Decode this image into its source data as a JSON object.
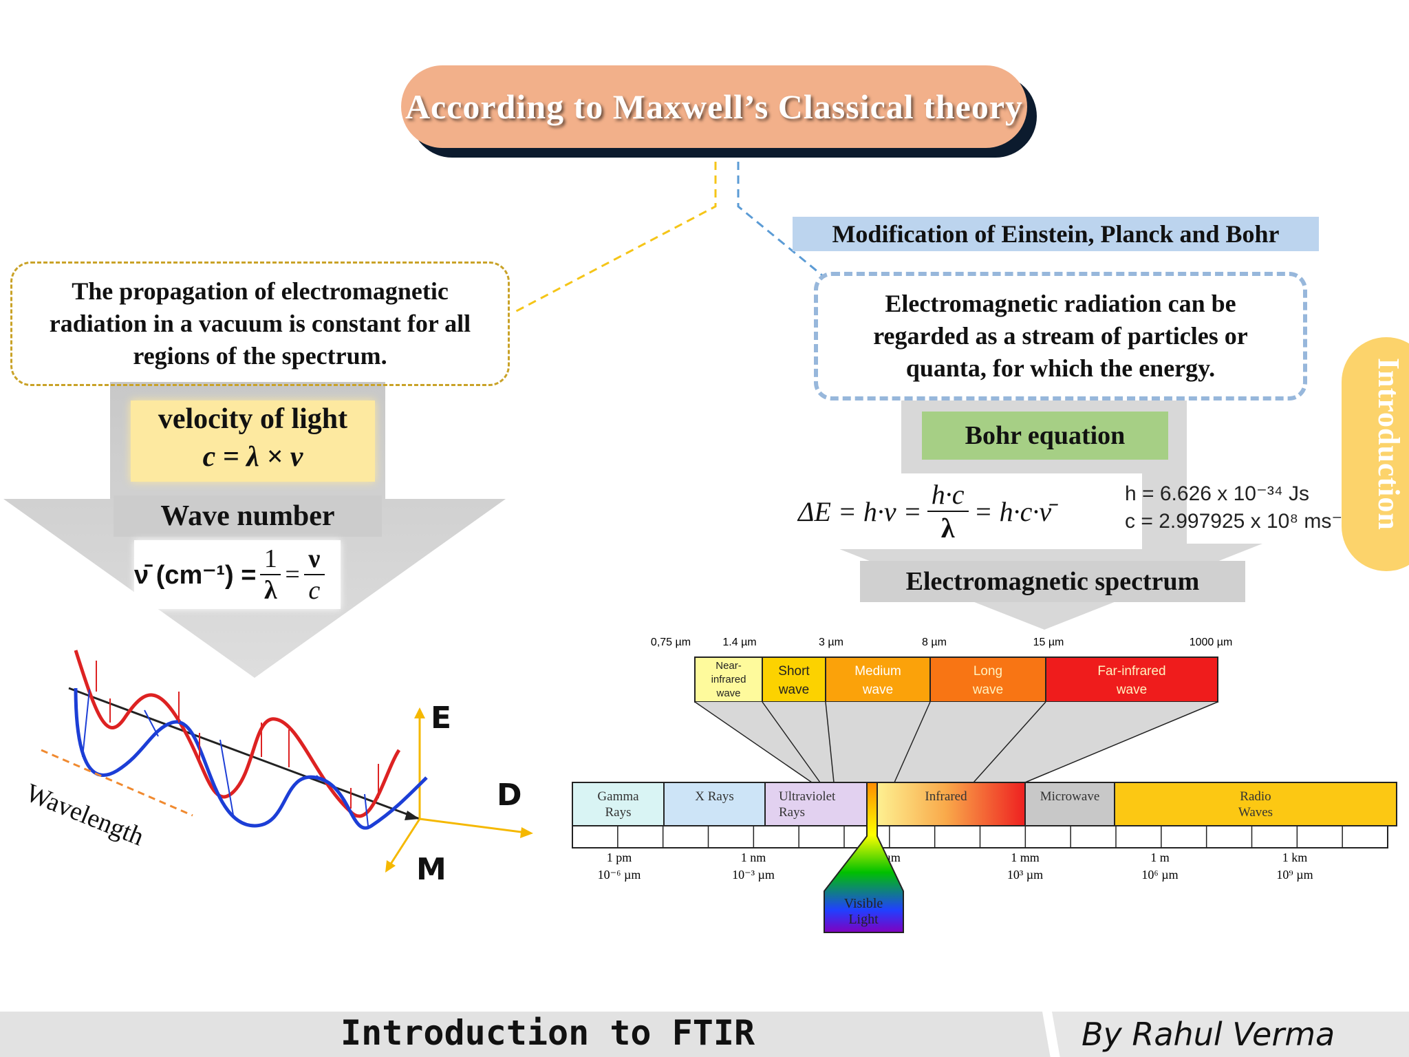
{
  "title": "According to Maxwell’s Classical theory",
  "left": {
    "statement": "The propagation of electromagnetic radiation in a vacuum is constant for all regions of the spectrum.",
    "velocity_title": "velocity of light",
    "velocity_eq": "c = λ × ν",
    "wave_number_label": "Wave number",
    "wave_number_lhs": "ν̄ (cm⁻¹) =",
    "wave_number_frac1_num": "1",
    "wave_number_frac1_den": "λ",
    "wave_number_frac2_num": "ν",
    "wave_number_frac2_den": "c",
    "wavelength_label": "Wavelength",
    "axis_e": "E",
    "axis_d": "D",
    "axis_m": "M"
  },
  "right": {
    "modification_label": "Modification of Einstein, Planck and Bohr",
    "statement": "Electromagnetic radiation can be regarded as a stream of particles or quanta, for which the energy.",
    "bohr_label": "Bohr equation",
    "bohr_lhs": "ΔE = h·ν =",
    "bohr_frac_num": "h·c",
    "bohr_frac_den": "λ",
    "bohr_rhs": "= h·c·ν̄",
    "const_h": "h = 6.626 x 10⁻³⁴ Js",
    "const_c": "c = 2.997925 x 10⁸ ms⁻¹",
    "em_label": "Electromagnetic spectrum"
  },
  "ir_ticks": [
    "0,75 µm",
    "1.4 µm",
    "3 µm",
    "8 µm",
    "15 µm",
    "1000 µm"
  ],
  "ir_bands": [
    {
      "label1": "Near-",
      "label2": "infrared",
      "label3": "wave",
      "color": "#fefa9c"
    },
    {
      "label1": "Short",
      "label2": "wave",
      "color": "#fcd200"
    },
    {
      "label1": "Medium",
      "label2": "wave",
      "color": "#fba20a"
    },
    {
      "label1": "Long",
      "label2": "wave",
      "color": "#f87514"
    },
    {
      "label1": "Far-infrared",
      "label2": "wave",
      "color": "#ef1c1c"
    }
  ],
  "spectrum_bands": [
    {
      "label1": "Gamma",
      "label2": "Rays",
      "color": "#d9f4f4"
    },
    {
      "label1": "X Rays",
      "label2": "",
      "color": "#cde4f7"
    },
    {
      "label1": "Ultraviolet",
      "label2": "Rays",
      "color": "#e2d1f0"
    },
    {
      "label1": "Infrared",
      "label2": "",
      "color": "#f7b24a"
    },
    {
      "label1": "Microwave",
      "label2": "",
      "color": "#c8c8c8"
    },
    {
      "label1": "Radio",
      "label2": "Waves",
      "color": "#fcc813"
    }
  ],
  "scale_labels": [
    {
      "top": "1 pm",
      "bottom": "10⁻⁶ µm"
    },
    {
      "top": "1 nm",
      "bottom": "10⁻³ µm"
    },
    {
      "top": "1 µm",
      "bottom": ""
    },
    {
      "top": "1 mm",
      "bottom": "10³ µm"
    },
    {
      "top": "1 m",
      "bottom": "10⁶ µm"
    },
    {
      "top": "1 km",
      "bottom": "10⁹ µm"
    }
  ],
  "visible_label1": "Visible",
  "visible_label2": "Light",
  "side_tab": "Introduction",
  "footer": {
    "title": "Introduction to FTIR",
    "author": "By Rahul Verma"
  }
}
